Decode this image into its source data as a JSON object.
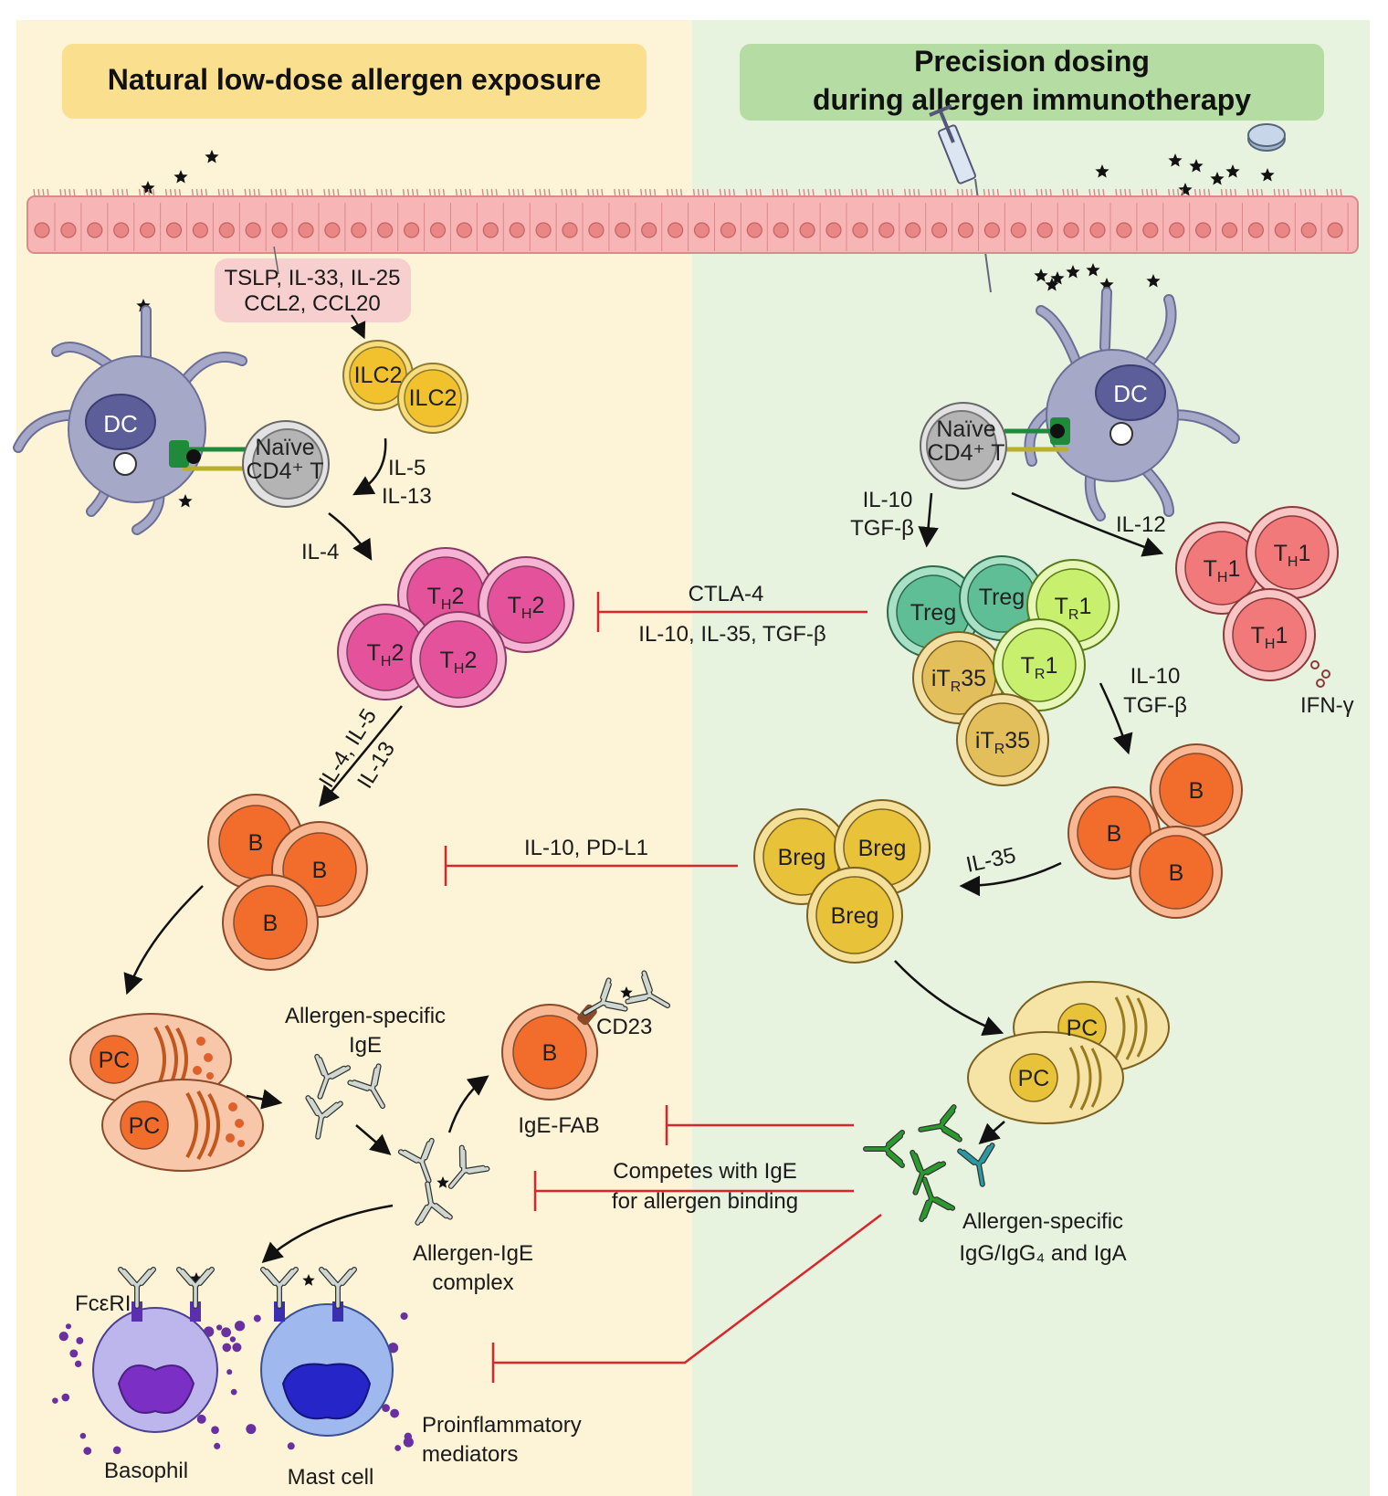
{
  "titles": {
    "left": "Natural low-dose allergen exposure",
    "right_line1": "Precision dosing",
    "right_line2": "during allergen immunotherapy"
  },
  "colors": {
    "left_bg": "#fdf3d7",
    "right_bg": "#e7f2df",
    "left_title_bg": "#f9df8e",
    "right_title_bg": "#b5dca2",
    "epithelium": "#f7b5b5",
    "inhibition": "#d9262b",
    "th2": "#e5529c",
    "b_cell": "#f26d2c",
    "ilc2": "#f2c12e",
    "treg": "#5fbe96",
    "tr1": "#c9ef6e",
    "itr35": "#e3bf5c",
    "th1": "#f27979",
    "breg": "#e8c238",
    "dc": "#a6a8c8",
    "igg": "#2a9a2e",
    "iga": "#2a9aa0",
    "granule": "#6a2fa0"
  },
  "epithelial_cytokines": {
    "line1": "TSLP, IL-33, IL-25",
    "line2": "CCL2, CCL20"
  },
  "cells": {
    "dc": "DC",
    "naive_line1": "Naïve",
    "naive_line2": "CD4⁺ T",
    "ilc2": "ILC2",
    "th2": "T_H2",
    "b": "B",
    "pc": "PC",
    "treg": "Treg",
    "tr1": "T_R1",
    "itr35": "iT_R35",
    "th1": "T_H1",
    "breg": "Breg"
  },
  "labels": {
    "il5_il13_line1": "IL-5",
    "il5_il13_line2": "IL-13",
    "il4": "IL-4",
    "il4_il5": "IL-4, IL-5",
    "il13": "IL-13",
    "il10_a": "IL-10",
    "tgfb_a": "TGF-β",
    "il12": "IL-12",
    "ctla4": "CTLA-4",
    "treg_cytokines": "IL-10, IL-35, TGF-β",
    "il10_b": "IL-10",
    "tgfb_b": "TGF-β",
    "ifng": "IFN-γ",
    "il35": "IL-35",
    "il10_pdl1": "IL-10, PD-L1",
    "allergen_ige_line1": "Allergen-specific",
    "allergen_ige_line2": "IgE",
    "cd23": "CD23",
    "ige_fab": "IgE-FAB",
    "competes_line1": "Competes with IgE",
    "competes_line2": "for allergen binding",
    "complex_line1": "Allergen-IgE",
    "complex_line2": "complex",
    "igg_line1": "Allergen-specific",
    "igg_line2": "IgG/IgG₄ and IgA",
    "fceri": "FcεRI",
    "basophil": "Basophil",
    "mast_cell": "Mast cell",
    "proinflam_line1": "Proinflammatory",
    "proinflam_line2": "mediators"
  }
}
